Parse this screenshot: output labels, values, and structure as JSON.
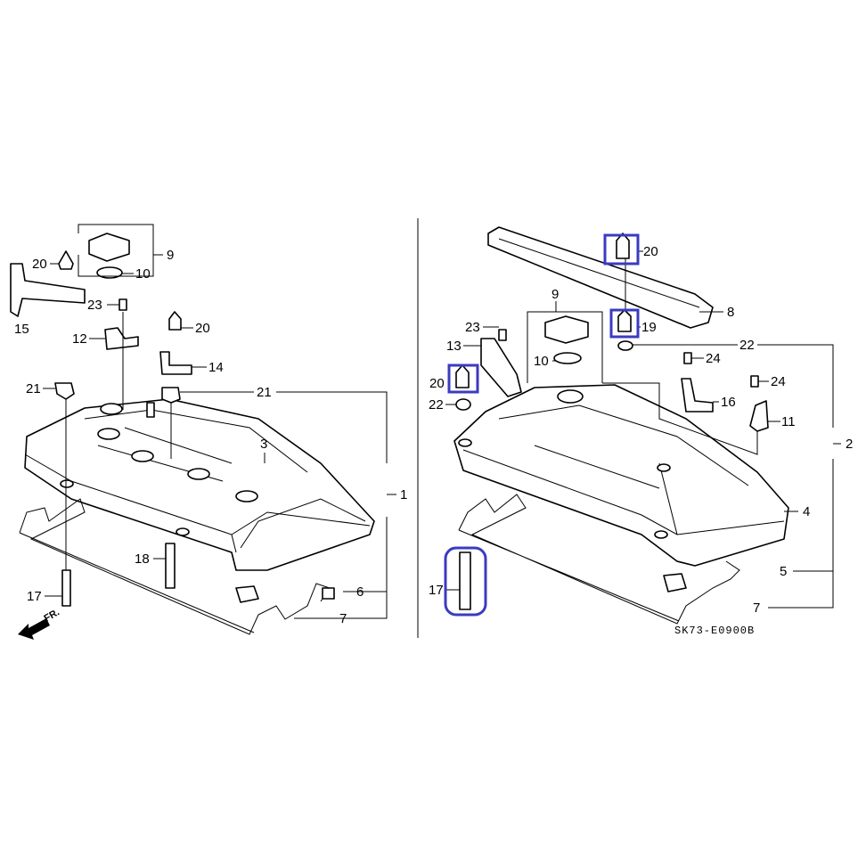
{
  "left_diagram": {
    "labels": [
      "20",
      "9",
      "10",
      "23",
      "15",
      "20",
      "12",
      "14",
      "21",
      "21",
      "3",
      "1",
      "18",
      "6",
      "17",
      "7"
    ],
    "front_marker": "FR."
  },
  "right_diagram": {
    "labels": [
      "20",
      "8",
      "9",
      "23",
      "19",
      "13",
      "22",
      "10",
      "24",
      "20",
      "24",
      "22",
      "16",
      "11",
      "2",
      "4",
      "5",
      "17",
      "7"
    ],
    "highlighted_parts": [
      "20",
      "19",
      "20",
      "17"
    ],
    "highlight_color": "#3b3bc0",
    "diagram_code": "SK73-E0900B"
  }
}
